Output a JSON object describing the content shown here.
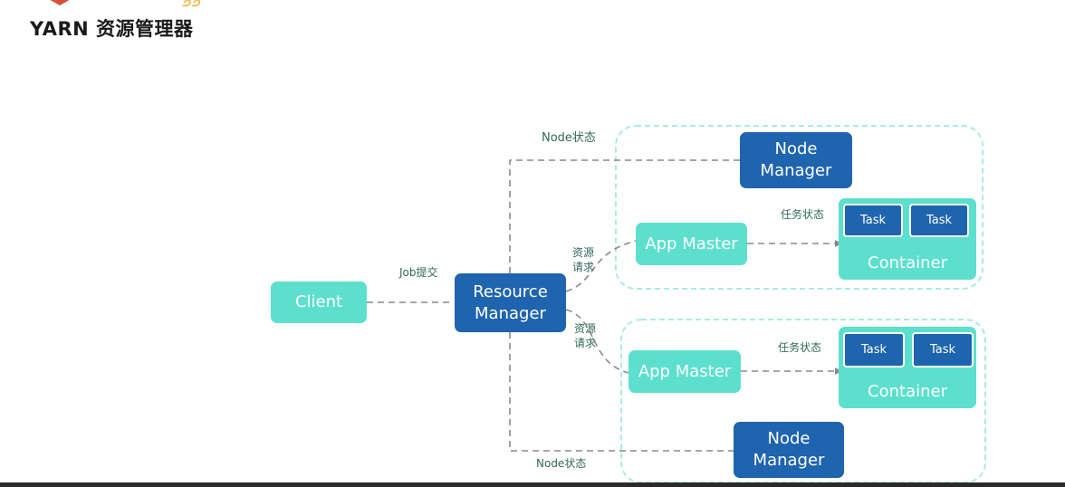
{
  "header": {
    "title": "YARN 资源管理器"
  },
  "colors": {
    "dark_box": "#1f64ae",
    "teal_box": "#5ce0cd",
    "dashed_group": "#a8ece2",
    "connector": "#8a8a8a"
  },
  "diagram": {
    "client": "Client",
    "resource_manager": "Resource\nManager",
    "job_submit_label": "Job提交",
    "node1": {
      "node_manager": "Node\nManager",
      "node_status_label": "Node状态",
      "app_master": "App Master",
      "resource_request_label": "资源\n请求",
      "task_status_label": "任务状态",
      "container": "Container",
      "tasks": [
        "Task",
        "Task"
      ]
    },
    "node2": {
      "node_manager": "Node\nManager",
      "node_status_label": "Node状态",
      "app_master": "App Master",
      "resource_request_label": "资源\n请求",
      "task_status_label": "任务状态",
      "container": "Container",
      "tasks": [
        "Task",
        "Task"
      ]
    }
  }
}
